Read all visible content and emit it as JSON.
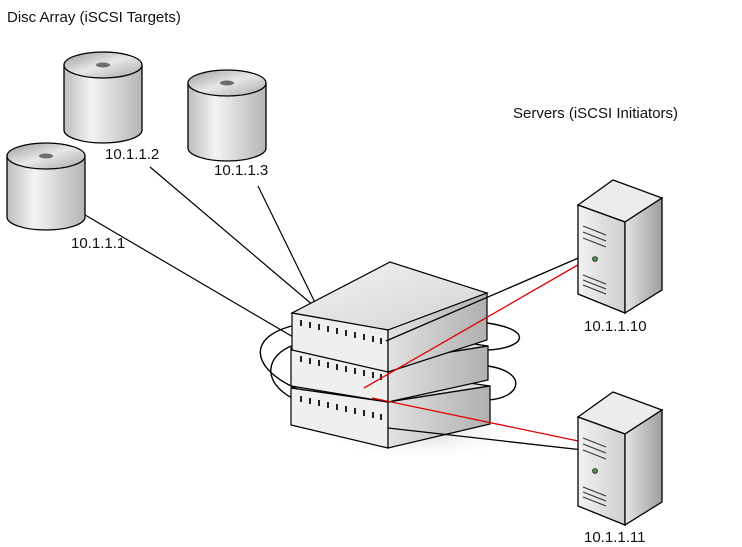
{
  "labels": {
    "disc_array_title": "Disc Array (iSCSI Targets)",
    "servers_title": "Servers (iSCSI Initiators)",
    "disc_1": "10.1.1.1",
    "disc_2": "10.1.1.2",
    "disc_3": "10.1.1.3",
    "server_1": "10.1.1.10",
    "server_2": "10.1.1.11"
  },
  "colors": {
    "link_black": "#000000",
    "link_red": "#e00000",
    "device_gray": "#d9d9d9",
    "shadow_gray": "#e6e6e6"
  },
  "icons": {
    "disc": "disc-cylinder-icon",
    "switch": "network-switch-icon",
    "server": "tower-server-icon"
  }
}
